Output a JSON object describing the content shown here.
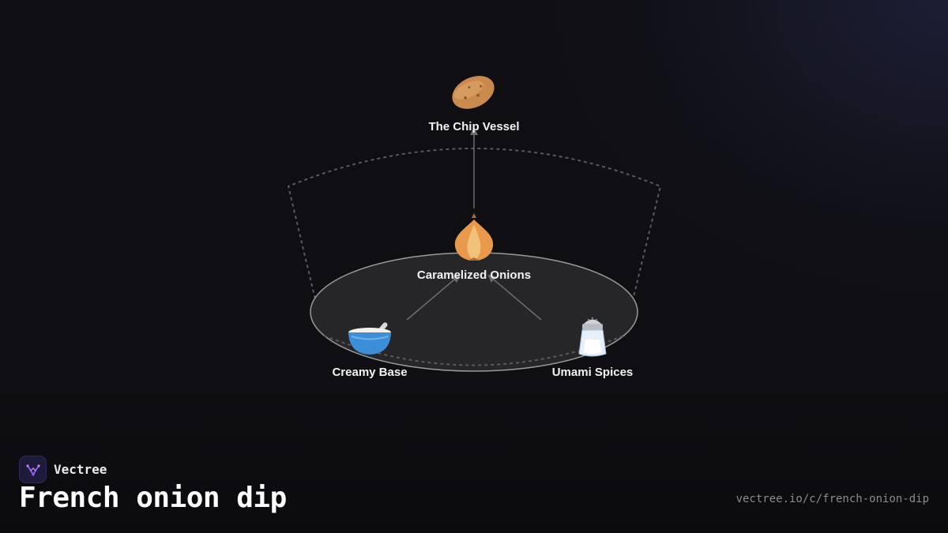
{
  "diagram": {
    "nodes": [
      {
        "id": "chip",
        "label": "The Chip Vessel",
        "icon": "potato-icon",
        "emoji": "🥔"
      },
      {
        "id": "onions",
        "label": "Caramelized Onions",
        "icon": "onion-icon",
        "emoji": "🧅"
      },
      {
        "id": "base",
        "label": "Creamy Base",
        "icon": "bowl-with-spoon-icon",
        "emoji": "🥣"
      },
      {
        "id": "spices",
        "label": "Umami Spices",
        "icon": "salt-shaker-icon",
        "emoji": "🧂"
      }
    ],
    "edges": [
      {
        "from": "base",
        "to": "onions"
      },
      {
        "from": "spices",
        "to": "onions"
      },
      {
        "from": "onions",
        "to": "chip"
      }
    ],
    "colors": {
      "background": "#0f0f13",
      "ellipse_fill": "#262628",
      "ellipse_stroke": "#9a9a9a",
      "arrow": "#6e6e70",
      "dashed_outline": "#5a5a5e",
      "label": "#f2f2f2"
    }
  },
  "branding": {
    "name": "Vectree",
    "logo_icon": "vectree-logo-icon",
    "accent": "#9b5cf6"
  },
  "page": {
    "title": "French onion dip",
    "url": "vectree.io/c/french-onion-dip"
  }
}
